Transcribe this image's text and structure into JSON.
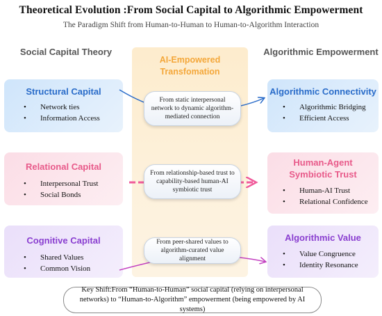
{
  "title": "Theoretical Evolution :From Social Capital to Algorithmic Empowerment",
  "subtitle": "The Paradigm Shift from Human-to-Human to Human-to-Algorithm Interaction",
  "left_heading": "Social Capital Theory",
  "middle_heading": "AI-Empowered Transfomation",
  "right_heading": "Algorithmic Empowerment",
  "left_cards": [
    {
      "title": "Structural Capital",
      "items": [
        "Network ties",
        "Information Access"
      ]
    },
    {
      "title": "Relational Capital",
      "items": [
        "Interpersonal Trust",
        "Social Bonds"
      ]
    },
    {
      "title": "Cognitive Capital",
      "items": [
        "Shared Values",
        "Common Vision"
      ]
    }
  ],
  "transformations": [
    "From static interpersonal network to dynamic algorithm-mediated connection",
    "From relationship-based trust to capability-based human-AI symbiotic trust",
    "From peer-shared values to algorithm-curated value alignment"
  ],
  "right_cards": [
    {
      "title": "Algorithmic Connectivity",
      "items": [
        "Algorithmic Bridging",
        "Efficient Access"
      ]
    },
    {
      "title": "Human-Agent Symbiotic Trust",
      "items": [
        "Human-AI Trust",
        "Relational Confidence"
      ]
    },
    {
      "title": "Algorithmic Value",
      "items": [
        "Value Congruence",
        "Identity Resonance"
      ]
    }
  ],
  "footer": "Key Shift:From “Human-to-Human” social capital (relying on interpersonal networks) to “Human-to-Algorithm”  empowerment (being empowered by AI systems)",
  "colors": {
    "blue": "#2a6cc9",
    "pink": "#e85a8a",
    "purple": "#8a3fd0",
    "orange": "#f4a73a"
  }
}
